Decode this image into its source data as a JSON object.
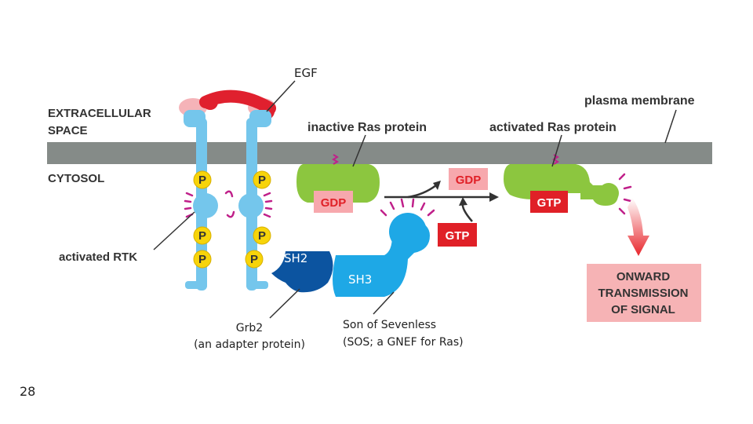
{
  "labels": {
    "egf": "EGF",
    "extracellular_line1": "EXTRACELLULAR",
    "extracellular_line2": "SPACE",
    "cytosol": "CYTOSOL",
    "plasma_membrane": "plasma membrane",
    "inactive_ras": "inactive Ras protein",
    "activated_ras": "activated Ras protein",
    "activated_rtk": "activated RTK",
    "sh2": "SH2",
    "sh3": "SH3",
    "grb2_line1": "Grb2",
    "grb2_line2": "(an adapter protein)",
    "sos_line1": "Son of Sevenless",
    "sos_line2": "(SOS; a GNEF for Ras)",
    "onward_line1": "ONWARD",
    "onward_line2": "TRANSMISSION",
    "onward_line3": "OF SIGNAL",
    "page_number": "28"
  },
  "nucleotides": {
    "gdp_bound": "GDP",
    "gdp_released": "GDP",
    "gtp_incoming": "GTP",
    "gtp_bound": "GTP"
  },
  "phosphate": "P",
  "colors": {
    "membrane": "#858b88",
    "receptor": "#74c6ec",
    "egf": "#e0202e",
    "ras": "#8cc63f",
    "grb2": "#0c54a0",
    "sos": "#1ea8e6",
    "phosphate": "#f7d40a",
    "gdp_box": "#f7a8ad",
    "gtp_box": "#e02027",
    "onward_box": "#f6b3b5"
  }
}
